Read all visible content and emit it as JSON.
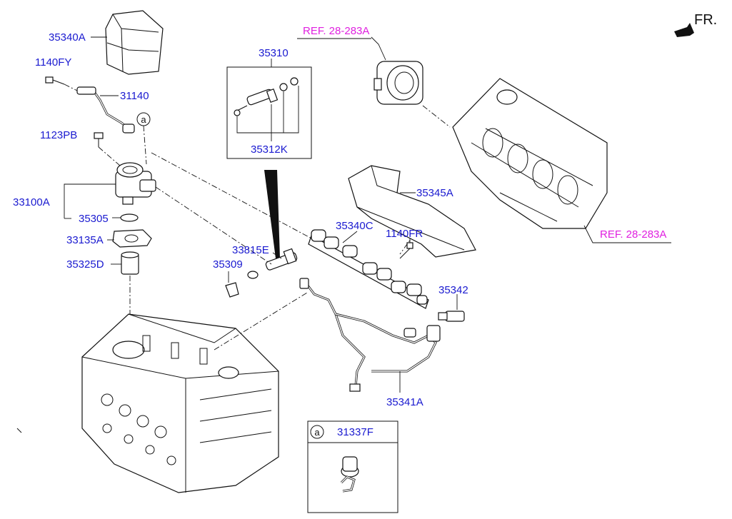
{
  "labels": {
    "p35340A": "35340A",
    "p1140FY": "1140FY",
    "p31140": "31140",
    "p1123PB": "1123PB",
    "p33100A": "33100A",
    "p35305": "35305",
    "p33135A": "33135A",
    "p35325D": "35325D",
    "p35310": "35310",
    "p35312K": "35312K",
    "p33815E": "33815E",
    "p35309": "35309",
    "p35340C": "35340C",
    "p1140FR": "1140FR",
    "p35345A": "35345A",
    "p35342": "35342",
    "p35341A": "35341A",
    "p31337F": "31337F"
  },
  "refs": {
    "top": "REF. 28-283A",
    "right": "REF. 28-283A"
  },
  "direction": "FR.",
  "callouts": {
    "a_main": "a",
    "a_inset": "a"
  },
  "colors": {
    "part_number": "#1a1ad0",
    "reference": "#e020e0",
    "line": "#111111"
  }
}
